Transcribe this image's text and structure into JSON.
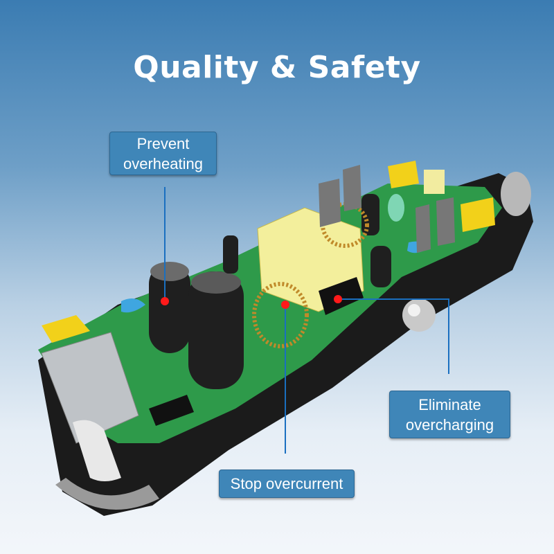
{
  "title": "Quality & Safety",
  "callouts": [
    {
      "text": "Prevent overheating",
      "lines": [
        "Prevent",
        "overheating"
      ]
    },
    {
      "text": "Stop overcurrent",
      "lines": [
        "Stop overcurrent"
      ]
    },
    {
      "text": "Eliminate overcharging",
      "lines": [
        "Eliminate",
        "overcharging"
      ]
    }
  ],
  "colors": {
    "callout_bg": "#3f86b8",
    "leader_line": "#1a6fc0",
    "marker": "#ff1a1a",
    "pcb": "#2e9a4a",
    "body": "#1b1b1b"
  }
}
